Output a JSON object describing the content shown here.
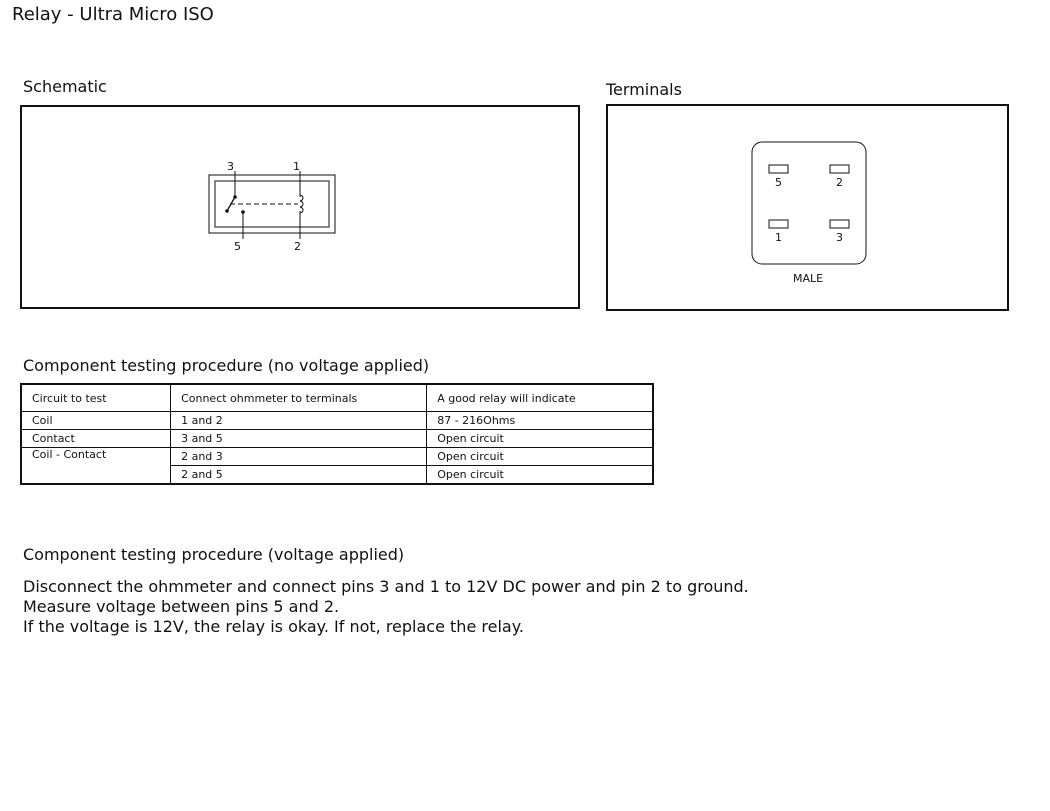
{
  "title": "Relay - Ultra Micro ISO",
  "schematic": {
    "label": "Schematic",
    "pins": {
      "top_left": "3",
      "top_right": "1",
      "bottom_left": "5",
      "bottom_right": "2"
    }
  },
  "terminals": {
    "label": "Terminals",
    "pins": {
      "top_left": "5",
      "top_right": "2",
      "bottom_left": "1",
      "bottom_right": "3"
    },
    "connector_label": "MALE"
  },
  "no_voltage_test": {
    "title": "Component testing procedure (no voltage applied)",
    "headers": [
      "Circuit to test",
      "Connect ohmmeter to terminals",
      "A good relay will indicate"
    ],
    "rows": [
      [
        "Coil",
        "1 and 2",
        "87 - 216Ohms"
      ],
      [
        "Contact",
        "3 and 5",
        "Open circuit"
      ],
      [
        "Coil - Contact",
        "2 and 3",
        "Open circuit"
      ],
      [
        "",
        "2 and 5",
        "Open circuit"
      ]
    ]
  },
  "voltage_test": {
    "title": "Component testing procedure (voltage applied)",
    "lines": [
      "Disconnect the ohmmeter and connect pins 3 and 1 to 12V DC power and pin 2 to ground.",
      "Measure voltage between pins 5 and 2.",
      "If the voltage is 12V, the relay is okay. If not, replace the relay."
    ]
  }
}
